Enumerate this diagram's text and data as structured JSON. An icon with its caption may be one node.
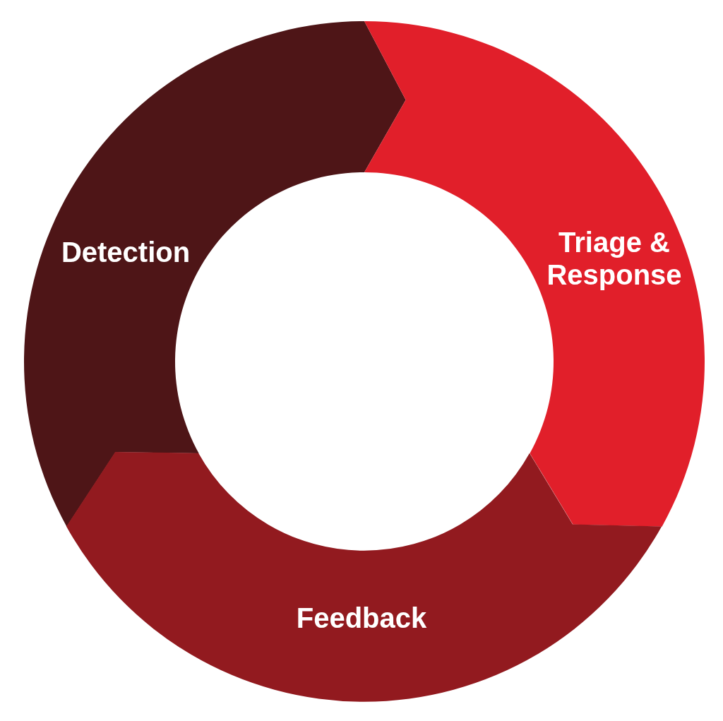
{
  "diagram": {
    "nodes": [
      {
        "text": [
          "Detection"
        ]
      },
      {
        "text": [
          "Triage & Response"
        ]
      },
      {
        "text": [
          "Feedback"
        ]
      }
    ]
  }
}
